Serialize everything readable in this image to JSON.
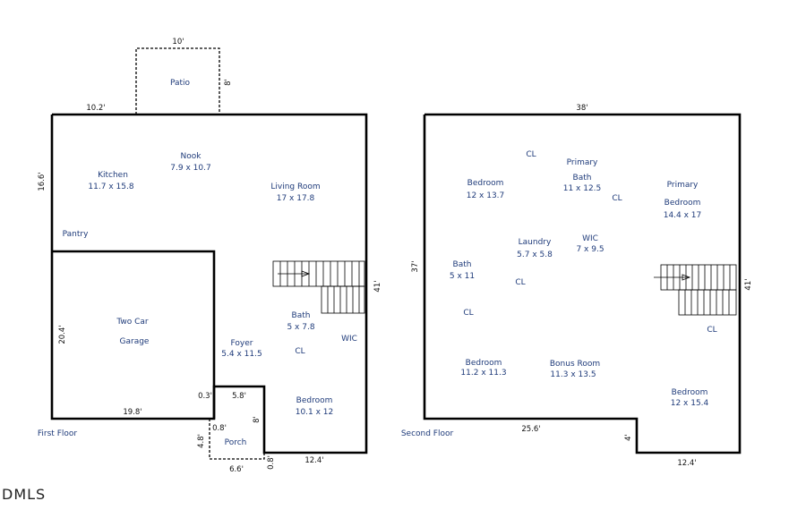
{
  "first_floor": {
    "label": "First Floor",
    "rooms": {
      "patio": "Patio",
      "nook_name": "Nook",
      "nook_size": "7.9 x 10.7",
      "kitchen_name": "Kitchen",
      "kitchen_size": "11.7 x 15.8",
      "living_name": "Living Room",
      "living_size": "17 x 17.8",
      "pantry": "Pantry",
      "garage_line1": "Two Car",
      "garage_line2": "Garage",
      "bath_name": "Bath",
      "bath_size": "5 x 7.8",
      "wic": "WIC",
      "foyer_name": "Foyer",
      "foyer_size": "5.4 x 11.5",
      "cl": "CL",
      "bedroom_name": "Bedroom",
      "bedroom_size": "10.1 x 12",
      "porch": "Porch"
    },
    "dims": {
      "patio_width": "10'",
      "patio_depth": "8'",
      "top_left": "10.2'",
      "left_upper": "16.6'",
      "garage_depth": "20.4'",
      "garage_width": "19.8'",
      "right_side": "41'",
      "porch_gap": "0.3'",
      "porch_top": "5.8'",
      "porch_right": "8'",
      "porch_inner": "0.8'",
      "porch_left": "4.8'",
      "porch_bottom": "6.6'",
      "porch_bottom_right": "0.8'",
      "bottom_right": "12.4'"
    }
  },
  "second_floor": {
    "label": "Second Floor",
    "rooms": {
      "cl": "CL",
      "bedroom_name": "Bedroom",
      "bed1_size": "12 x 13.7",
      "primary_bath_line1": "Primary",
      "primary_bath_line2": "Bath",
      "primary_bath_size": "11 x 12.5",
      "primary_bed_line1": "Primary",
      "primary_bed_line2": "Bedroom",
      "primary_bed_size": "14.4 x 17",
      "bath_name": "Bath",
      "bath_size": "5 x 11",
      "laundry_name": "Laundry",
      "laundry_size": "5.7 x 5.8",
      "wic_name": "WIC",
      "wic_size": "7 x 9.5",
      "bed2_size": "11.2 x 11.3",
      "bonus_name": "Bonus Room",
      "bonus_size": "11.3 x 13.5",
      "bed3_size": "12 x 15.4"
    },
    "dims": {
      "top": "38'",
      "left": "37'",
      "right": "41'",
      "bottom_left": "25.6'",
      "notch": "4'",
      "bottom_right": "12.4'"
    }
  },
  "footer": {
    "logo": "DMLS"
  }
}
